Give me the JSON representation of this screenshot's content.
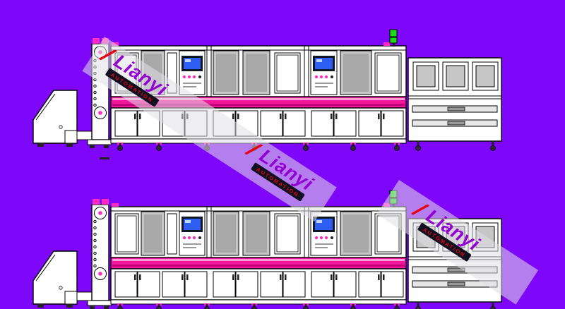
{
  "scene": {
    "production_lines": 2
  },
  "watermark": {
    "brand": "Lianyi",
    "subtitle": "AUTOMATION"
  },
  "colors": {
    "background": "#7E07F9",
    "machine-fill": "#FFFFFF",
    "panel-gray": "#C6C6C6",
    "panel-gray-dark": "#A8A8A8",
    "panel-gray-line": "#9A9A9A",
    "conveyor-pink": "#F2169A",
    "conveyor-pink-dark": "#C4007A",
    "conveyor-pink-light": "#FF9AD8",
    "accent-magenta": "#FF29C4",
    "screen-blue": "#2E5FF2",
    "screen-dark": "#101828",
    "screen-highlight": "#BFD4FF",
    "signal-green": "#1BDB1B",
    "watermark-stripe": "rgba(224,224,230,0.55)",
    "brand-purple": "#9400D3",
    "brand-red": "#E60012",
    "brand-bar": "#101020"
  }
}
